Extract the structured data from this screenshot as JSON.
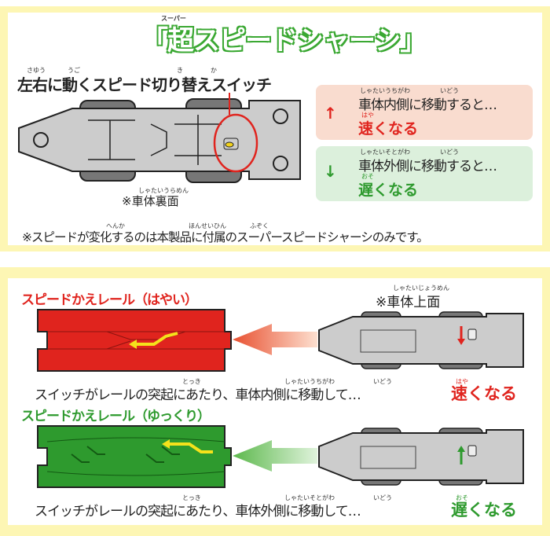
{
  "top": {
    "title": "「超スピードシャーシ」",
    "title_ruby": "スーパー",
    "heading": "左右に動くスピード切り替えスイッチ",
    "heading_ruby": [
      "さゆう",
      "うご",
      "き",
      "か"
    ],
    "underside_label": "※車体裏面",
    "underside_ruby": "しゃたいうらめん",
    "fast_box": {
      "text": "車体内側に移動すると…",
      "ruby": [
        "しゃたいうちがわ",
        "いどう"
      ],
      "result": "速くなる",
      "result_ruby": "はや"
    },
    "slow_box": {
      "text": "車体外側に移動すると…",
      "ruby": [
        "しゃたいそとがわ",
        "いどう"
      ],
      "result": "遅くなる",
      "result_ruby": "おそ"
    },
    "footnote": "※スピードが変化するのは本製品に付属のスーパースピードシャーシのみです。",
    "footnote_ruby": [
      "へんか",
      "ほんせいひん",
      "ふぞく"
    ]
  },
  "bottom": {
    "fast_rail_title": "スピードかえレール（はやい）",
    "slow_rail_title": "スピードかえレール（ゆっくり）",
    "topside_label": "※車体上面",
    "topside_ruby": "しゃたいじょうめん",
    "fast_line": {
      "text": "スイッチがレールの突起にあたり、車体内側に移動して…",
      "result": "速くなる",
      "ruby": [
        "とっき",
        "しゃたいうちがわ",
        "いどう",
        "はや"
      ]
    },
    "slow_line": {
      "text": "スイッチがレールの突起にあたり、車体外側に移動して…",
      "result": "遅くなる",
      "ruby": [
        "とっき",
        "しゃたいそとがわ",
        "いどう",
        "おそ"
      ]
    }
  },
  "colors": {
    "red": "#e0241e",
    "green": "#2e9a2e",
    "panel": "#fdf6b4",
    "pink": "#f9dccf",
    "mint": "#dcf0dc"
  }
}
